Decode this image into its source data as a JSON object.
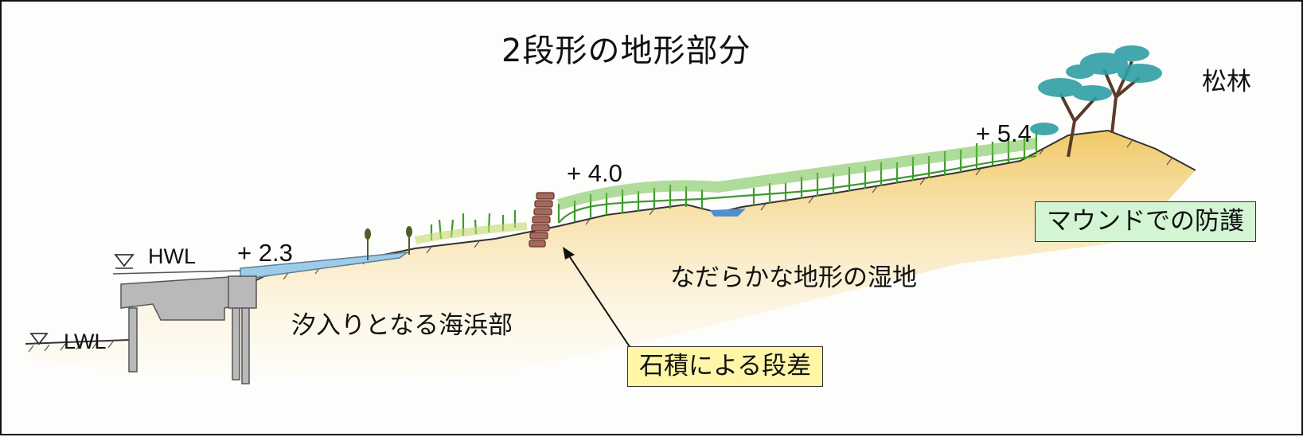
{
  "title": "2段形の地形部分",
  "water_levels": {
    "hwl": "HWL",
    "lwl": "LWL"
  },
  "elevations": {
    "e1": "+ 2.3",
    "e2": "+ 4.0",
    "e3": "+ 5.4"
  },
  "labels": {
    "beach": "汐入りとなる海浜部",
    "wetland": "なだらかな地形の湿地",
    "pine": "松林"
  },
  "callouts": {
    "stone": "石積による段差",
    "mound": "マウンドでの防護"
  },
  "colors": {
    "sand": "#f3cf78",
    "grass": "#3f9a2e",
    "water": "#9ecbe8",
    "stone": "#9c5c4c",
    "concrete": "#b9b9b9",
    "callout_yellow": "#fff6a8",
    "callout_green": "#d3f5d3"
  }
}
